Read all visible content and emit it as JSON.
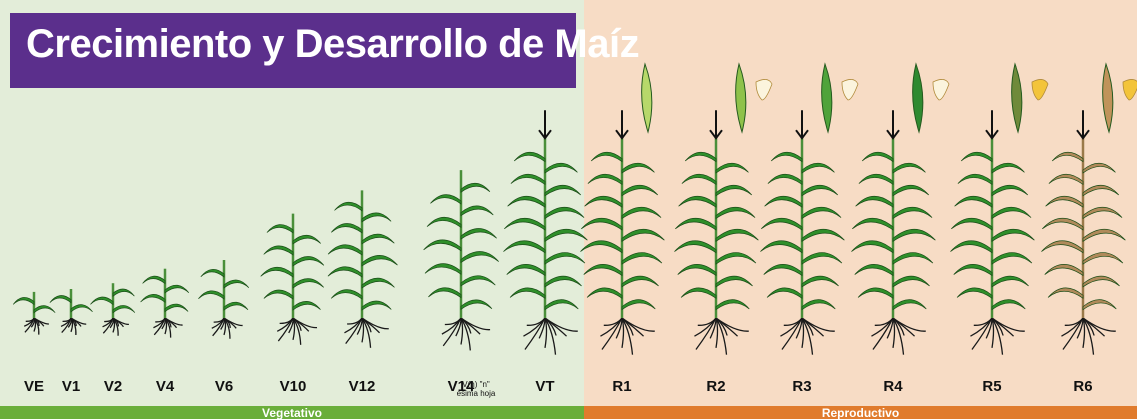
{
  "title": "Crecimiento y Desarrollo de Maíz",
  "phases": {
    "vegetative": "Vegetativo",
    "reproductive": "Reproductivo"
  },
  "stages": [
    {
      "label": "VE",
      "phase": "vegetative",
      "height": 0.09
    },
    {
      "label": "V1",
      "phase": "vegetative",
      "height": 0.1
    },
    {
      "label": "V2",
      "phase": "vegetative",
      "height": 0.12
    },
    {
      "label": "V4",
      "phase": "vegetative",
      "height": 0.17
    },
    {
      "label": "V6",
      "phase": "vegetative",
      "height": 0.2
    },
    {
      "label": "V10",
      "phase": "vegetative",
      "height": 0.36
    },
    {
      "label": "V12",
      "phase": "vegetative",
      "height": 0.44
    },
    {
      "label": "V14",
      "phase": "vegetative",
      "height": 0.51
    },
    {
      "label": "VT",
      "phase": "vegetative",
      "height": 0.62
    },
    {
      "label": "R1",
      "phase": "reproductive",
      "height": 0.62
    },
    {
      "label": "R2",
      "phase": "reproductive",
      "height": 0.62
    },
    {
      "label": "R3",
      "phase": "reproductive",
      "height": 0.62
    },
    {
      "label": "R4",
      "phase": "reproductive",
      "height": 0.62
    },
    {
      "label": "R5",
      "phase": "reproductive",
      "height": 0.62
    },
    {
      "label": "R6",
      "phase": "reproductive",
      "height": 0.62
    }
  ],
  "note": "V(n) \"n\" ésima hoja",
  "colors": {
    "title_bg": "#5b2f8c",
    "vegetative_bg": "#e3edd9",
    "reproductive_bg": "#f7dcc5",
    "vegetative_bar": "#6aae3a",
    "reproductive_bar": "#e07b2d",
    "leaf": "#2f8f2a",
    "leaf_dry": "#b08a5a",
    "root": "#1a1a1a"
  },
  "icons": [
    "corn-plant-icon",
    "tassel-arrow-icon",
    "ear-icon",
    "kernel-icon"
  ]
}
